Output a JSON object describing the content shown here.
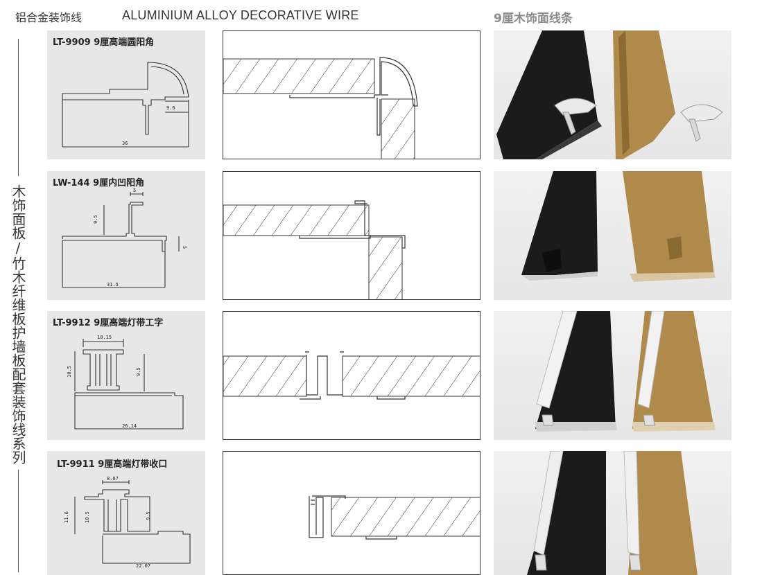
{
  "header": {
    "category_cn": "铝合金装饰线",
    "title_en": "ALUMINIUM ALLOY DECORATIVE WIRE",
    "right_title": "9厘木饰面线条"
  },
  "side_label": "木饰面板/竹木纤维板护墙板配套装饰线系列",
  "products": [
    {
      "name": "LT-9909 9厘高端圆阳角",
      "dims": [
        "9.6",
        "36"
      ]
    },
    {
      "name": "LW-144 9厘内凹阳角",
      "dims": [
        "5",
        "9.5",
        "5",
        "31.5"
      ]
    },
    {
      "name": "LT-9912 9厘高端灯带工字",
      "dims": [
        "10.15",
        "10.5",
        "9.5",
        "26.14"
      ]
    },
    {
      "name": "LT-9911 9厘高端灯带收口",
      "dims": [
        "8.07",
        "11.6",
        "10.5",
        "9.5",
        "22.07"
      ]
    }
  ],
  "colors": {
    "black_finish": "#1b1b1b",
    "gold_finish": "#b08a4a",
    "panel_bg": "#e7e7e7"
  }
}
